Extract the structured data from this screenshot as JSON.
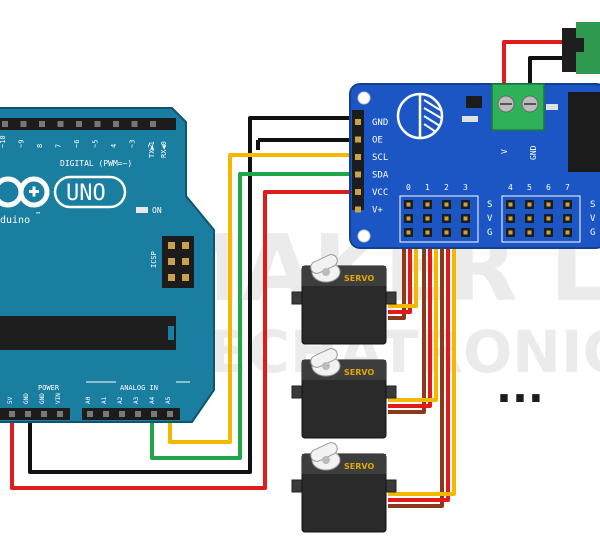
{
  "arduino": {
    "uno": "UNO",
    "brand": "duino",
    "tm": "™",
    "digital": "DIGITAL (PWM=~)",
    "tx": "TX▶1",
    "rx": "RX◀0",
    "on": "ON",
    "icsp": "ICSP",
    "power": "POWER",
    "analog_in": "ANALOG IN",
    "top_pins": [
      "~10",
      "~9",
      "8",
      "7",
      "~6",
      "~5",
      "4",
      "~3",
      "2"
    ],
    "power_pins": [
      "5V",
      "GND",
      "GND",
      "VIN"
    ],
    "analog_pins": [
      "A0",
      "A1",
      "A2",
      "A3",
      "A4",
      "A5"
    ]
  },
  "driver": {
    "pins": [
      "GND",
      "OE",
      "SCL",
      "SDA",
      "VCC",
      "V+"
    ],
    "ch_numbers_a": [
      "0",
      "1",
      "2",
      "3"
    ],
    "ch_numbers_b": [
      "4",
      "5",
      "6",
      "7"
    ],
    "svg_labels": [
      "S",
      "V",
      "G"
    ],
    "terminal_v": "V",
    "terminal_gnd": "GND"
  },
  "servos": {
    "label": "SERVO"
  },
  "ellipsis": "...",
  "watermark": {
    "line1": "MAKER LAB",
    "line2": "MECHATRONICS"
  },
  "colors": {
    "board": "#1a7ea0",
    "board_dark": "#10627e",
    "driver": "#1b56c4",
    "wire_red": "#e31a1a",
    "wire_black": "#111111",
    "wire_yellow": "#f5b800",
    "wire_green": "#1fa64a",
    "wire_brown": "#8a3a1a",
    "servo_body": "#2a2a2a",
    "servo_label": "#e0a800"
  }
}
